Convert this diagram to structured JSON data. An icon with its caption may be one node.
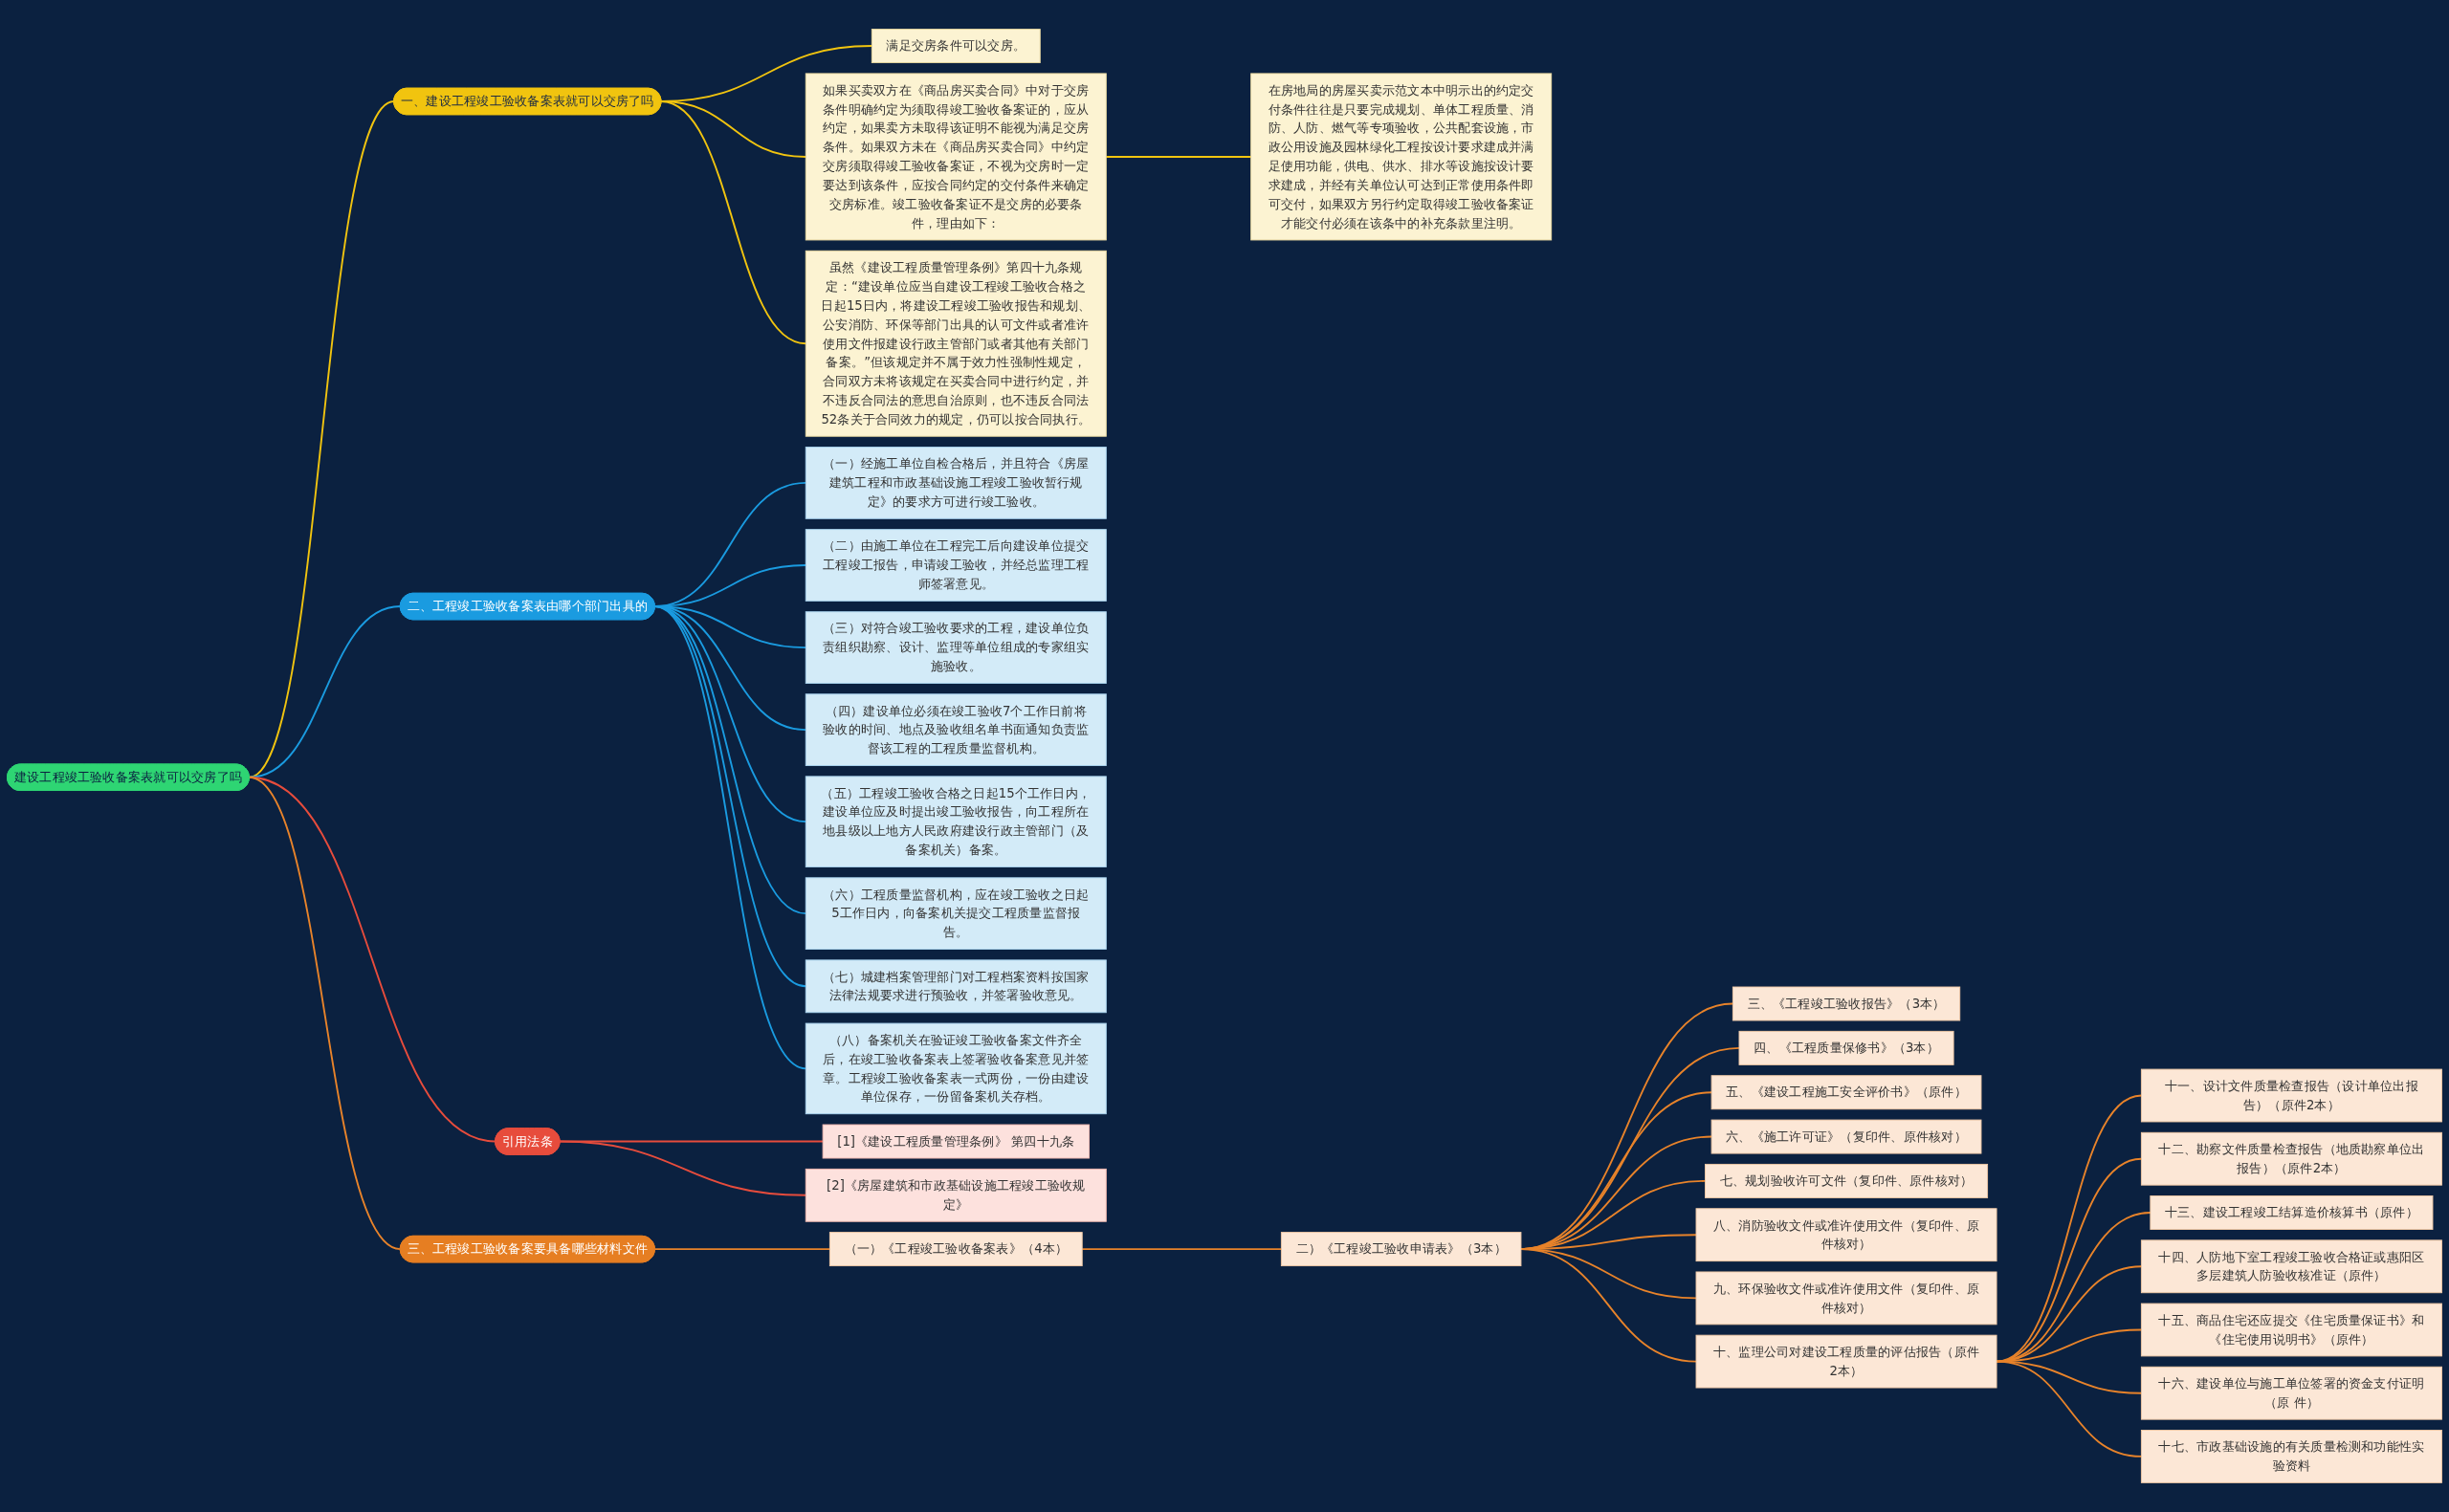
{
  "diagram": {
    "nodes": [
      {
        "text": [
          "建设工程竣工验收备案表就可以交房了吗"
        ]
      },
      {
        "text": [
          "一、建设工程竣工验收备案表就可以交房了吗"
        ]
      },
      {
        "text": [
          "满足交房条件可以交房。"
        ]
      },
      {
        "text": [
          "如果买卖双方在《商品房买卖合同》中对于交房条件明确约定为须取得竣工验收备案证的，应从约定，如果卖方未取得该证明不能视为满足交房条件。如果双方未在《商品房买卖合同》中约定交房须取得竣工验收备案证，不视为交房时一定要达到该条件，应按合同约定的交付条件来确定交房标准。竣工验收备案证不是交房的必要条件，理由如下："
        ]
      },
      {
        "text": [
          "在房地局的房屋买卖示范文本中明示出的约定交付条件往往是只要完成规划、单体工程质量、消防、人防、燃气等专项验收，公共配套设施，市政公用设施及园林绿化工程按设计要求建成并满足使用功能，供电、供水、排水等设施按设计要求建成，并经有关单位认可达到正常使用条件即可交付，如果双方另行约定取得竣工验收备案证才能交付必须在该条中的补充条款里注明。"
        ]
      },
      {
        "text": [
          "虽然《建设工程质量管理条例》第四十九条规定：“建设单位应当自建设工程竣工验收合格之日起15日内，将建设工程竣工验收报告和规划、公安消防、环保等部门出具的认可文件或者准许使用文件报建设行政主管部门或者其他有关部门备案。”但该规定并不属于效力性强制性规定，合同双方未将该规定在买卖合同中进行约定，并不违反合同法的意思自治原则，也不违反合同法52条关于合同效力的规定，仍可以按合同执行。"
        ]
      },
      {
        "text": [
          "二、工程竣工验收备案表由哪个部门出具的"
        ]
      },
      {
        "text": [
          "（一）经施工单位自检合格后，并且符合《房屋建筑工程和市政基础设施工程竣工验收暂行规定》的要求方可进行竣工验收。"
        ]
      },
      {
        "text": [
          "（二）由施工单位在工程完工后向建设单位提交工程竣工报告，申请竣工验收，并经总监理工程师签署意见。"
        ]
      },
      {
        "text": [
          "（三）对符合竣工验收要求的工程，建设单位负责组织勘察、设计、监理等单位组成的专家组实施验收。"
        ]
      },
      {
        "text": [
          "（四）建设单位必须在竣工验收7个工作日前将验收的时间、地点及验收组名单书面通知负责监督该工程的工程质量监督机构。"
        ]
      },
      {
        "text": [
          "（五）工程竣工验收合格之日起15个工作日内，建设单位应及时提出竣工验收报告，向工程所在地县级以上地方人民政府建设行政主管部门（及备案机关）备案。"
        ]
      },
      {
        "text": [
          "（六）工程质量监督机构，应在竣工验收之日起5工作日内，向备案机关提交工程质量监督报告。"
        ]
      },
      {
        "text": [
          "（七）城建档案管理部门对工程档案资料按国家法律法规要求进行预验收，并签署验收意见。"
        ]
      },
      {
        "text": [
          "（八）备案机关在验证竣工验收备案文件齐全后，在竣工验收备案表上签署验收备案意见并签章。工程竣工验收备案表一式两份，一份由建设单位保存，一份留备案机关存档。"
        ]
      },
      {
        "text": [
          "引用法条"
        ]
      },
      {
        "text": [
          "[1]《建设工程质量管理条例》 第四十九条"
        ]
      },
      {
        "text": [
          "[2]《房屋建筑和市政基础设施工程竣工验收规定》"
        ]
      },
      {
        "text": [
          "三、工程竣工验收备案要具备哪些材料文件"
        ]
      },
      {
        "text": [
          "（一）《工程竣工验收备案表》（4本）"
        ]
      },
      {
        "text": [
          "二）《工程竣工验收申请表》（3本）"
        ]
      },
      {
        "text": [
          "三、《工程竣工验收报告》（3本）"
        ]
      },
      {
        "text": [
          "四、《工程质量保修书》（3本）"
        ]
      },
      {
        "text": [
          "五、《建设工程施工安全评价书》（原件）"
        ]
      },
      {
        "text": [
          "六、《施工许可证》（复印件、原件核对）"
        ]
      },
      {
        "text": [
          "七、规划验收许可文件（复印件、原件核对）"
        ]
      },
      {
        "text": [
          "八、消防验收文件或准许使用文件（复印件、原件核对）"
        ]
      },
      {
        "text": [
          "九、环保验收文件或准许使用文件（复印件、原件核对）"
        ]
      },
      {
        "text": [
          "十、监理公司对建设工程质量的评估报告（原件2本）"
        ]
      },
      {
        "text": [
          "十一、设计文件质量检查报告（设计单位出报告）（原件2本）"
        ]
      },
      {
        "text": [
          "十二、勘察文件质量检查报告（地质勘察单位出报告）（原件2本）"
        ]
      },
      {
        "text": [
          "十三、建设工程竣工结算造价核算书（原件）"
        ]
      },
      {
        "text": [
          "十四、人防地下室工程竣工验收合格证或惠阳区多层建筑人防验收核准证（原件）"
        ]
      },
      {
        "text": [
          "十五、商品住宅还应提交《住宅质量保证书》和《住宅使用说明书》（原件）"
        ]
      },
      {
        "text": [
          "十六、建设单位与施工单位签署的资金支付证明（原 件）"
        ]
      },
      {
        "text": [
          "十七、市政基础设施的有关质量检测和功能性实验资料"
        ]
      }
    ],
    "edges": [
      {
        "from": 0,
        "to": 1,
        "arrow": "none",
        "color": "#f1c40f"
      },
      {
        "from": 1,
        "to": 2,
        "arrow": "none",
        "color": "#f1c40f"
      },
      {
        "from": 1,
        "to": 3,
        "arrow": "none",
        "color": "#f1c40f"
      },
      {
        "from": 3,
        "to": 4,
        "arrow": "none",
        "color": "#f1c40f"
      },
      {
        "from": 1,
        "to": 5,
        "arrow": "none",
        "color": "#f1c40f"
      },
      {
        "from": 0,
        "to": 6,
        "arrow": "none",
        "color": "#1a9be0"
      },
      {
        "from": 6,
        "to": 7,
        "arrow": "none",
        "color": "#1a9be0"
      },
      {
        "from": 6,
        "to": 8,
        "arrow": "none",
        "color": "#1a9be0"
      },
      {
        "from": 6,
        "to": 9,
        "arrow": "none",
        "color": "#1a9be0"
      },
      {
        "from": 6,
        "to": 10,
        "arrow": "none",
        "color": "#1a9be0"
      },
      {
        "from": 6,
        "to": 11,
        "arrow": "none",
        "color": "#1a9be0"
      },
      {
        "from": 6,
        "to": 12,
        "arrow": "none",
        "color": "#1a9be0"
      },
      {
        "from": 6,
        "to": 13,
        "arrow": "none",
        "color": "#1a9be0"
      },
      {
        "from": 6,
        "to": 14,
        "arrow": "none",
        "color": "#1a9be0"
      },
      {
        "from": 0,
        "to": 15,
        "arrow": "none",
        "color": "#e74c3c"
      },
      {
        "from": 15,
        "to": 16,
        "arrow": "none",
        "color": "#e74c3c"
      },
      {
        "from": 15,
        "to": 17,
        "arrow": "none",
        "color": "#e74c3c"
      },
      {
        "from": 0,
        "to": 18,
        "arrow": "none"
      },
      {
        "from": 18,
        "to": 19,
        "arrow": "none"
      },
      {
        "from": 19,
        "to": 20,
        "arrow": "none"
      },
      {
        "from": 20,
        "to": 21,
        "arrow": "none"
      },
      {
        "from": 20,
        "to": 22,
        "arrow": "none"
      },
      {
        "from": 20,
        "to": 23,
        "arrow": "none"
      },
      {
        "from": 20,
        "to": 24,
        "arrow": "none"
      },
      {
        "from": 20,
        "to": 25,
        "arrow": "none"
      },
      {
        "from": 20,
        "to": 26,
        "arrow": "none"
      },
      {
        "from": 20,
        "to": 27,
        "arrow": "none"
      },
      {
        "from": 20,
        "to": 28,
        "arrow": "none"
      },
      {
        "from": 28,
        "to": 29,
        "arrow": "none"
      },
      {
        "from": 28,
        "to": 30,
        "arrow": "none"
      },
      {
        "from": 28,
        "to": 31,
        "arrow": "none"
      },
      {
        "from": 28,
        "to": 32,
        "arrow": "none"
      },
      {
        "from": 28,
        "to": 33,
        "arrow": "none"
      },
      {
        "from": 28,
        "to": 34,
        "arrow": "none"
      },
      {
        "from": 28,
        "to": 35,
        "arrow": "none"
      }
    ]
  }
}
